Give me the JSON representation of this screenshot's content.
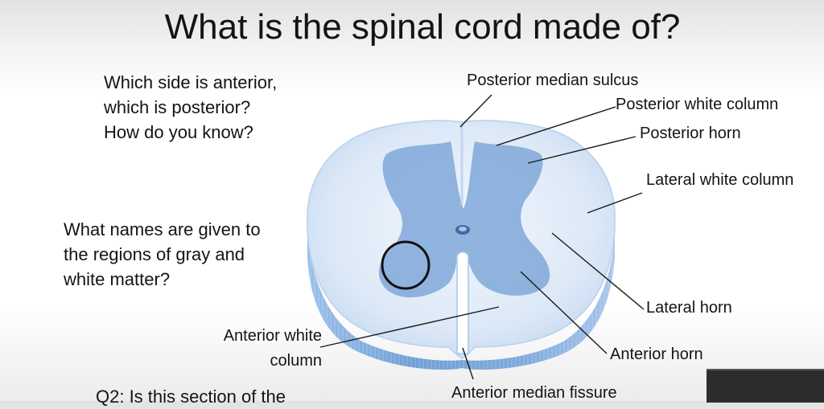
{
  "slide": {
    "title": "What is the spinal cord made of?",
    "question_1": "Which side is anterior, which is posterior? How do you know?",
    "question_2": "What names are given to the regions of gray and white matter?",
    "question_3": "Q2: Is this section of the"
  },
  "labels": {
    "posterior_median_sulcus": "Posterior median sulcus",
    "posterior_white_column": "Posterior white column",
    "posterior_horn": "Posterior horn",
    "lateral_white_column": "Lateral white column",
    "lateral_horn": "Lateral horn",
    "anterior_horn": "Anterior horn",
    "anterior_median_fissure": "Anterior median fissure",
    "anterior_white_column": "Anterior white column"
  },
  "colors": {
    "white_matter": "#dce9f7",
    "gray_matter": "#7fa8d8",
    "cord_side": "#6f9fd6",
    "annotation_circle": "#111111"
  }
}
